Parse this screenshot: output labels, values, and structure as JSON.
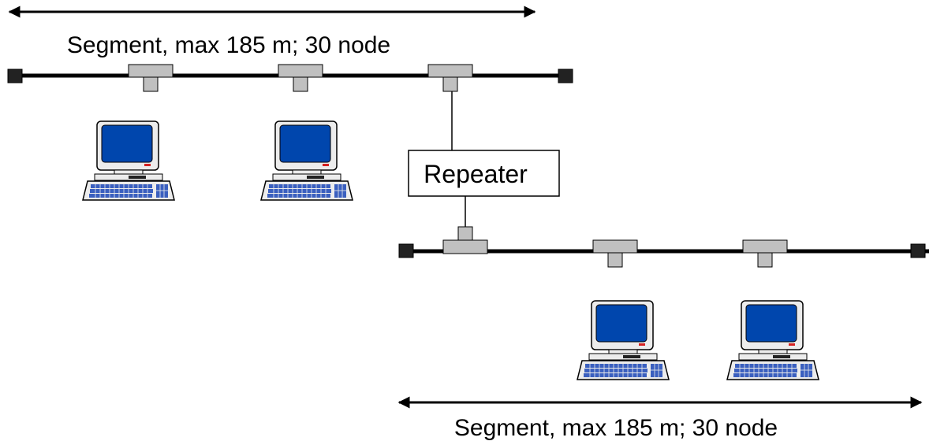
{
  "diagram": {
    "top_segment_label": "Segment, max 185 m; 30 node",
    "bottom_segment_label": "Segment, max 185 m; 30 node",
    "repeater_label": "Repeater"
  },
  "colors": {
    "cable": "#000000",
    "terminator": "#222222",
    "connector_fill": "#c0c0c0",
    "monitor_case": "#ececec",
    "screen": "#0046ad",
    "keyboard_keys": "#3a5fbf"
  },
  "icons": [
    "computer-icon",
    "bnc-t-connector-icon",
    "terminator-icon",
    "double-arrow-icon"
  ]
}
